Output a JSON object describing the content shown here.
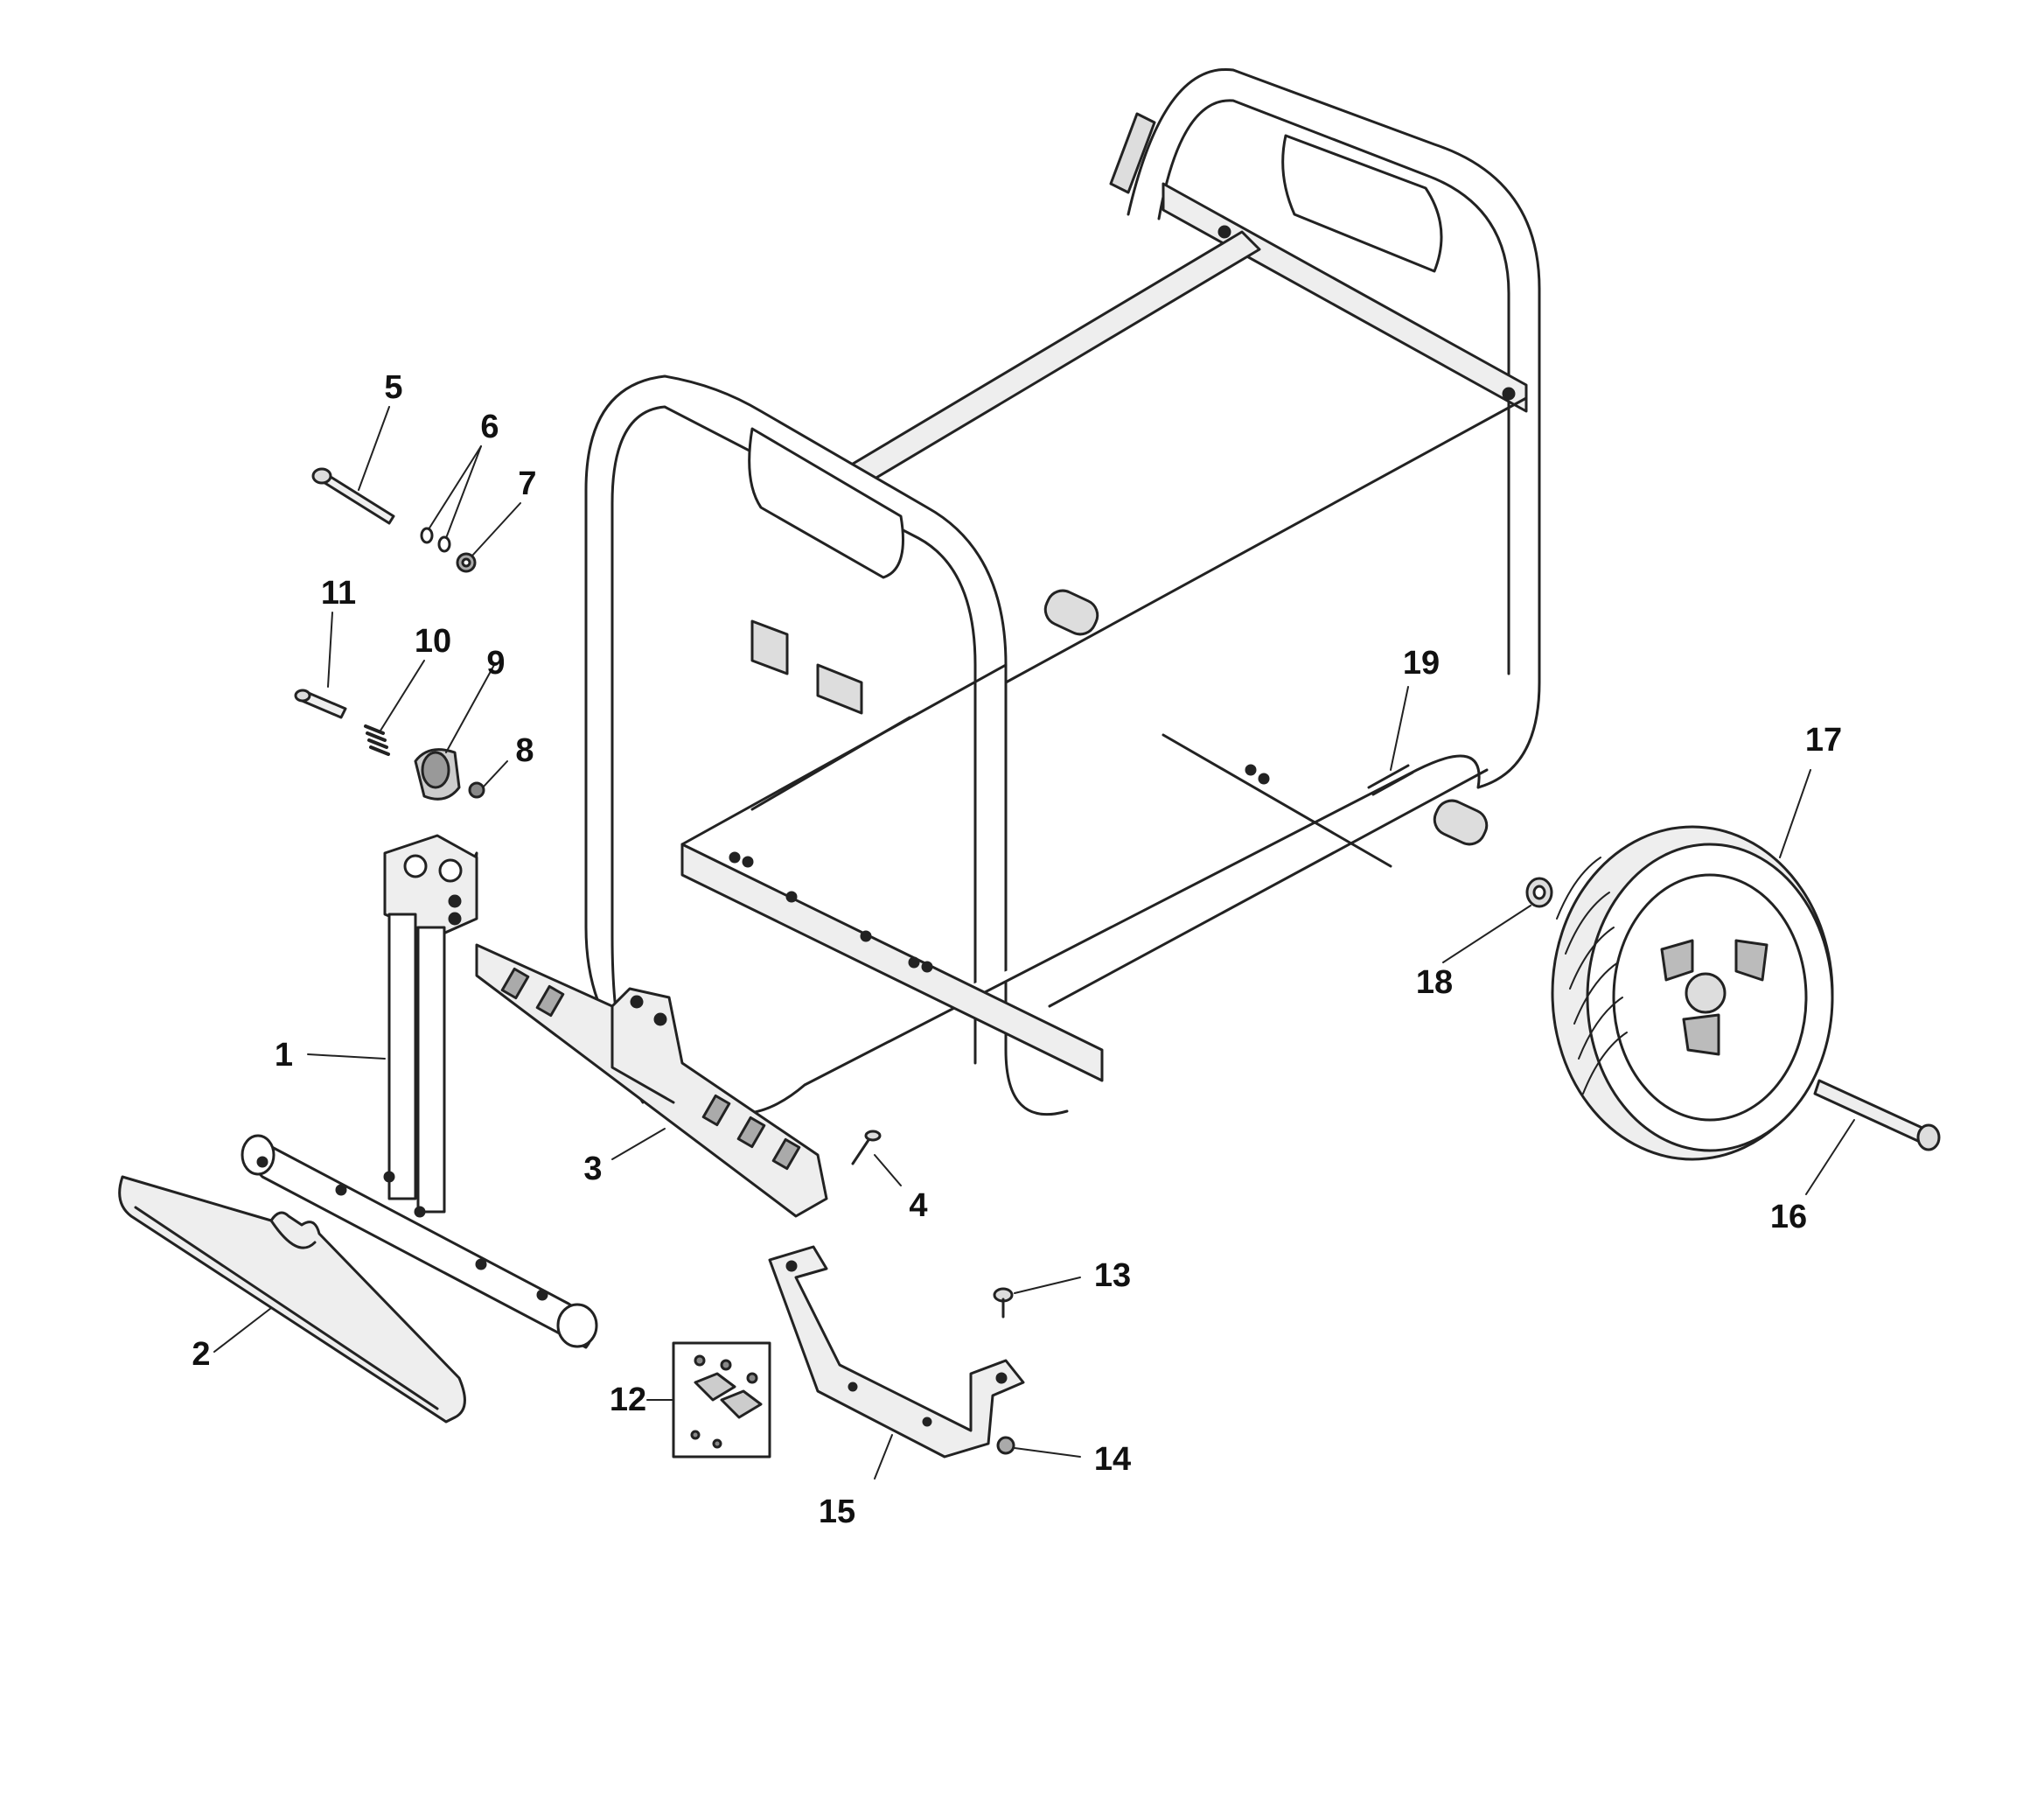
{
  "callouts": [
    {
      "num": "1"
    },
    {
      "num": "2"
    },
    {
      "num": "3"
    },
    {
      "num": "4"
    },
    {
      "num": "5"
    },
    {
      "num": "6"
    },
    {
      "num": "7"
    },
    {
      "num": "8"
    },
    {
      "num": "9"
    },
    {
      "num": "10"
    },
    {
      "num": "11"
    },
    {
      "num": "12"
    },
    {
      "num": "13"
    },
    {
      "num": "14"
    },
    {
      "num": "15"
    },
    {
      "num": "16"
    },
    {
      "num": "17"
    },
    {
      "num": "18"
    },
    {
      "num": "19"
    }
  ],
  "colors": {
    "line": "#222222",
    "fill": "#ffffff",
    "shade": "#cfcfcf",
    "dark": "#555555"
  }
}
